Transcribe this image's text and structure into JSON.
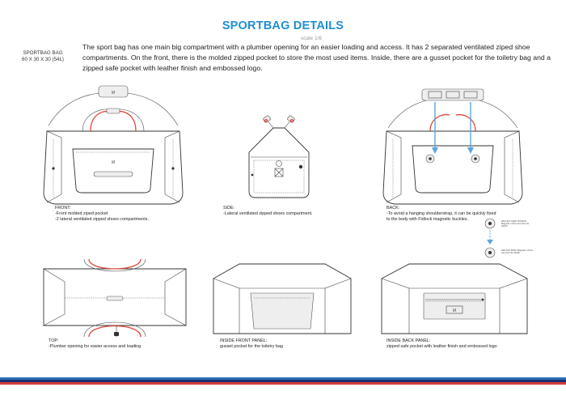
{
  "header": {
    "title": "SPORTBAG DETAILS",
    "scale": "scale 1/6"
  },
  "model": {
    "name": "SPORTBAG BAG",
    "size": "60 X 30 X 30 (54L)"
  },
  "description": "The sport bag has one main big compartment with a plumber opening for an easier loading and access. It has 2 separated ventilated ziped shoe compartments. On the front, there is the molded zipped pocket to store the most used items. Inside, there are a gusset pocket for the toiletry bag and a zipped safe pocket  with leather finish and embossed logo.",
  "views": {
    "front": {
      "title": "FRONT:",
      "lines": [
        "-Front molded ziped pocket",
        "-2 lateral ventilated zipped shoes compartments."
      ]
    },
    "side": {
      "title": "SIDE:",
      "lines": [
        "-Lateral ventilated zipped shoes compartment."
      ]
    },
    "back": {
      "title": "BACK:",
      "lines": [
        "-To avoid a hanging shoulderstrap, it can be quickly fixed",
        "to the body with Fidlock magnetic buckles."
      ]
    },
    "top": {
      "title": "TOP:",
      "lines": [
        "-Plumber opening for easier access and loading"
      ]
    },
    "inside_front": {
      "title": "INSIDE FRONT PANEL:",
      "lines": [
        "gusset pocket for the toiletry bag"
      ]
    },
    "inside_back": {
      "title": "INSIDE BACK PANEL:",
      "lines": [
        "zipped safe pocket with leather finish and embossed logo"
      ]
    }
  },
  "fidlock_notes": {
    "first": "FIDLOCK SNAP SOURCE Magnetic 1.5mm Ace ACC NL 2301S",
    "second": "FIDLOCK BODY Magnetic 1.5mm Ace ACC NL 2101E"
  },
  "logo_text": "M",
  "colors": {
    "title": "#1e8fd1",
    "accent_red": "#e0483a",
    "arrow_blue": "#5aa6d8",
    "stripe": [
      "#2b6fb6",
      "#1b2f6e",
      "#d63d3a"
    ]
  }
}
